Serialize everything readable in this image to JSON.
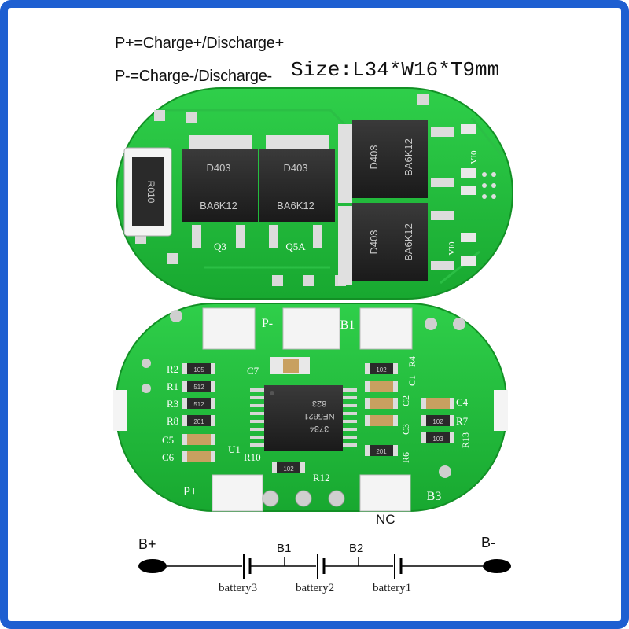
{
  "header": {
    "p_plus": "P+=Charge+/Discharge+",
    "p_minus": "P-=Charge-/Discharge-",
    "size": "Size:L34*W16*T9mm"
  },
  "top_board": {
    "resistor": "R010",
    "mosfets": [
      {
        "code": "D403",
        "part": "BA6K12"
      },
      {
        "code": "D403",
        "part": "BA6K12"
      },
      {
        "code": "D403",
        "part": "BA6K12"
      },
      {
        "code": "D403",
        "part": "BA6K12"
      }
    ],
    "labels": [
      "Q3",
      "Q5A",
      "VI0",
      "VI0"
    ]
  },
  "bottom_board": {
    "pads": [
      "P-",
      "B1",
      "P+",
      "B3"
    ],
    "left_components": [
      "R2",
      "R1",
      "R3",
      "R8",
      "C5",
      "C6"
    ],
    "left_codes": [
      "105",
      "512",
      "512",
      "201"
    ],
    "right_components": [
      "C4",
      "R7",
      "R13",
      "R4",
      "C1",
      "C2",
      "C3",
      "R6"
    ],
    "right_codes": [
      "102",
      "102",
      "103",
      "201"
    ],
    "ic": {
      "line1": "823",
      "line2": "NF5821",
      "line3": "3734"
    },
    "misc": [
      "C7",
      "U1",
      "R10",
      "R12"
    ],
    "bottom_code": "102"
  },
  "nc_label": "NC",
  "diagram": {
    "b_plus": "B+",
    "b_minus": "B-",
    "b1": "B1",
    "b2": "B2",
    "batteries": [
      "battery3",
      "battery2",
      "battery1"
    ]
  }
}
